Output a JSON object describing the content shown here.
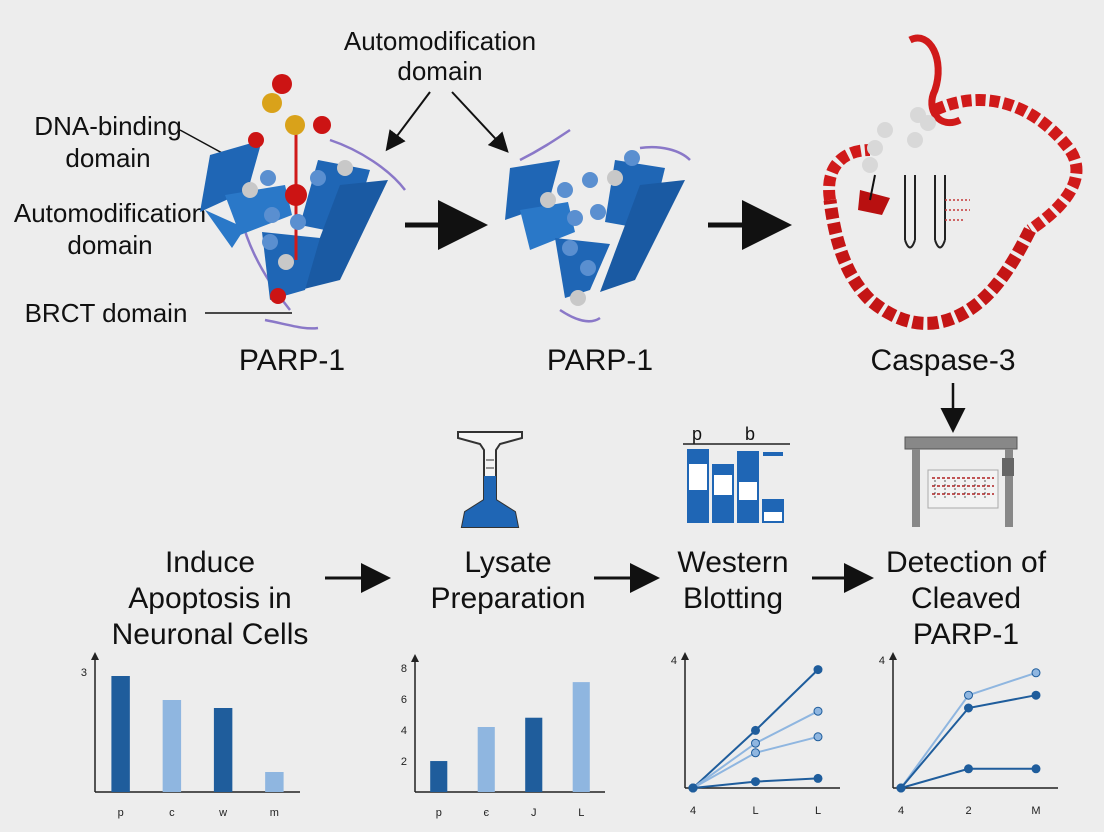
{
  "top": {
    "annotation_automod_top": "Automodification\ndomain",
    "annotation_dna": "DNA-binding\ndomain",
    "annotation_automod_left": "Automodification\ndomain",
    "annotation_brct": "BRCT domain",
    "protein1_label": "PARP-1",
    "protein2_label": "PARP-1",
    "protein3_label": "Caspase-3"
  },
  "steps": [
    {
      "label": "Induce\nApoptosis in\nNeuronal Cells"
    },
    {
      "label": "Lysate\nPreparation"
    },
    {
      "label": "Western\nBlotting"
    },
    {
      "label": "Detection of\nCleaved\nPARP-1"
    }
  ],
  "blot_icon": {
    "labels": [
      "p",
      "b"
    ]
  },
  "chart_data": [
    {
      "type": "bar",
      "categories": [
        "p",
        "c",
        "w",
        "m"
      ],
      "values": [
        2.9,
        2.3,
        2.1,
        0.5
      ],
      "colors": [
        "#1f5d9c",
        "#8fb6e0",
        "#1f5d9c",
        "#8fb6e0"
      ],
      "ylim": [
        0,
        3.3
      ],
      "yticks": [
        "3"
      ]
    },
    {
      "type": "bar",
      "categories": [
        "p",
        "є",
        "J",
        "L"
      ],
      "values": [
        2.0,
        4.2,
        4.8,
        7.1
      ],
      "colors": [
        "#1f5d9c",
        "#8fb6e0",
        "#1f5d9c",
        "#8fb6e0"
      ],
      "ylim": [
        0,
        8.4
      ],
      "yticks": [
        "2",
        "4",
        "6",
        "8"
      ]
    },
    {
      "type": "line",
      "x": [
        "4",
        "L",
        "L"
      ],
      "ylim": [
        0,
        4
      ],
      "yticks": [
        "4"
      ],
      "series": [
        {
          "values": [
            0,
            1.8,
            3.7
          ],
          "color": "#1f5d9c"
        },
        {
          "values": [
            0,
            1.4,
            2.4
          ],
          "color": "#8fb6e0"
        },
        {
          "values": [
            0,
            1.1,
            1.6
          ],
          "color": "#8fb6e0"
        },
        {
          "values": [
            0,
            0.2,
            0.3
          ],
          "color": "#1f5d9c"
        }
      ]
    },
    {
      "type": "line",
      "x": [
        "4",
        "2",
        "M"
      ],
      "ylim": [
        0,
        4
      ],
      "yticks": [
        "4"
      ],
      "series": [
        {
          "values": [
            0,
            2.9,
            3.6
          ],
          "color": "#8fb6e0"
        },
        {
          "values": [
            0,
            2.5,
            2.9
          ],
          "color": "#1f5d9c"
        },
        {
          "values": [
            0,
            0.6,
            0.6
          ],
          "color": "#1f5d9c"
        }
      ]
    }
  ],
  "colors": {
    "sheet_blue": "#1f66b5",
    "helix_red": "#d01a1a",
    "loop_purple": "#8a78c8",
    "chart_dark": "#1f5d9c",
    "chart_light": "#8fb6e0"
  }
}
